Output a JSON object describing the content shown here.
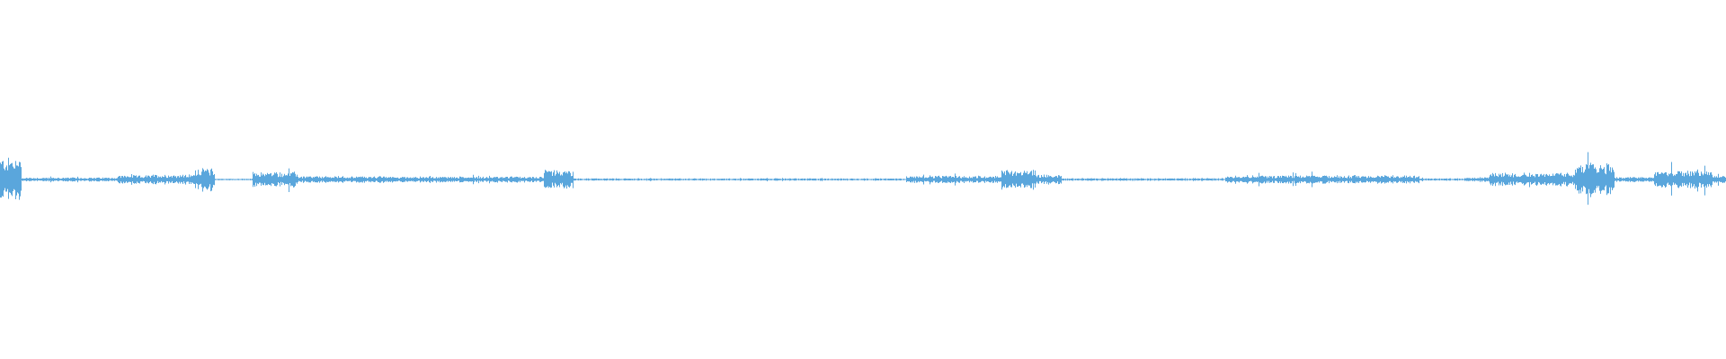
{
  "waveform": {
    "color": "#5aa6dc",
    "background": "#ffffff",
    "sections": [
      {
        "from": 0.0,
        "to": 0.012,
        "amp": 0.13
      },
      {
        "from": 0.012,
        "to": 0.068,
        "amp": 0.012
      },
      {
        "from": 0.068,
        "to": 0.088,
        "amp": 0.025
      },
      {
        "from": 0.088,
        "to": 0.112,
        "amp": 0.03
      },
      {
        "from": 0.112,
        "to": 0.124,
        "amp": 0.07
      },
      {
        "from": 0.124,
        "to": 0.146,
        "amp": 0.005
      },
      {
        "from": 0.146,
        "to": 0.172,
        "amp": 0.045
      },
      {
        "from": 0.172,
        "to": 0.225,
        "amp": 0.02
      },
      {
        "from": 0.225,
        "to": 0.315,
        "amp": 0.018
      },
      {
        "from": 0.315,
        "to": 0.332,
        "amp": 0.055
      },
      {
        "from": 0.332,
        "to": 0.525,
        "amp": 0.007
      },
      {
        "from": 0.525,
        "to": 0.58,
        "amp": 0.022
      },
      {
        "from": 0.58,
        "to": 0.6,
        "amp": 0.06
      },
      {
        "from": 0.6,
        "to": 0.615,
        "amp": 0.03
      },
      {
        "from": 0.615,
        "to": 0.71,
        "amp": 0.008
      },
      {
        "from": 0.71,
        "to": 0.822,
        "amp": 0.025
      },
      {
        "from": 0.822,
        "to": 0.848,
        "amp": 0.007
      },
      {
        "from": 0.848,
        "to": 0.862,
        "amp": 0.015
      },
      {
        "from": 0.862,
        "to": 0.912,
        "amp": 0.04
      },
      {
        "from": 0.912,
        "to": 0.935,
        "amp": 0.1
      },
      {
        "from": 0.935,
        "to": 0.958,
        "amp": 0.015
      },
      {
        "from": 0.958,
        "to": 0.992,
        "amp": 0.055
      },
      {
        "from": 0.992,
        "to": 1.0,
        "amp": 0.025
      }
    ]
  }
}
